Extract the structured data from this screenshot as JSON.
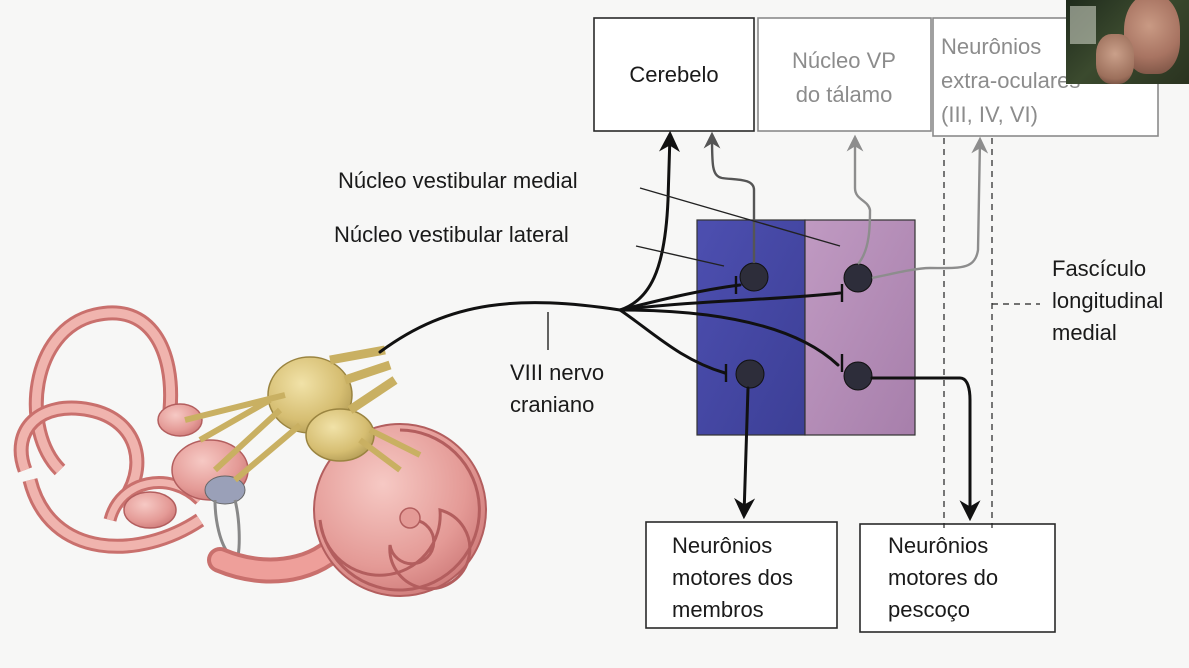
{
  "boxes": {
    "cerebelo": "Cerebelo",
    "vp_line1": "Núcleo VP",
    "vp_line2": "do tálamo",
    "oculo_line1": "Neurônios",
    "oculo_line2": "extra-oculares",
    "oculo_line3": "(III, IV, VI)",
    "limbs_line1": "Neurônios",
    "limbs_line2": "motores dos",
    "limbs_line3": "membros",
    "neck_line1": "Neurônios",
    "neck_line2": "motores do",
    "neck_line3": "pescoço"
  },
  "labels": {
    "medial_nucleus": "Núcleo vestibular medial",
    "lateral_nucleus": "Núcleo vestibular lateral",
    "nerve_line1": "VIII nervo",
    "nerve_line2": "craniano",
    "mlf_line1": "Fascículo",
    "mlf_line2": "longitudinal",
    "mlf_line3": "medial"
  },
  "colors": {
    "lateral_nucleus_fill": "#4a4ea8",
    "medial_nucleus_fill": "#b88fb8",
    "inner_ear": "#e9a3a0",
    "nerve_ganglion": "#d8c27a"
  },
  "icons": {
    "webcam": "presenter-webcam-overlay"
  }
}
